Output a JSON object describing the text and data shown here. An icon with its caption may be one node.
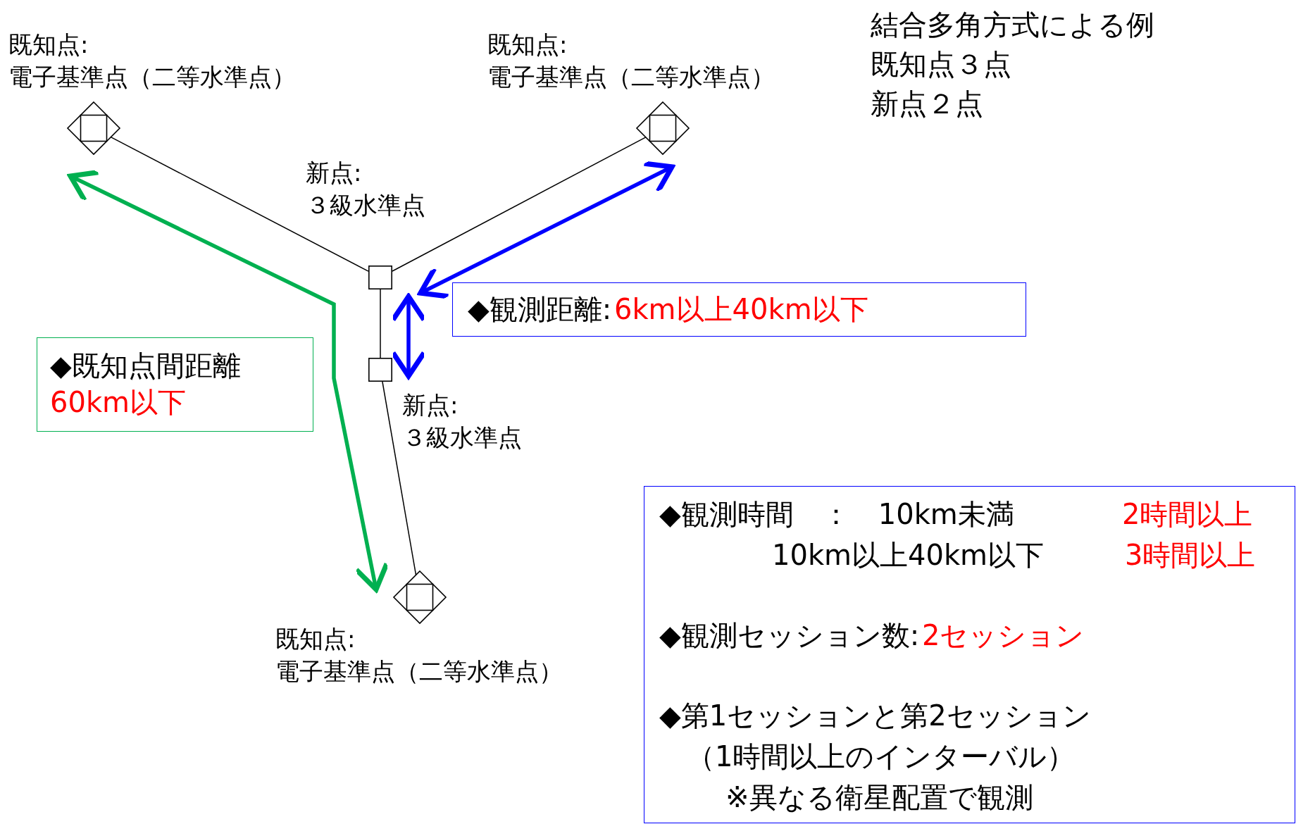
{
  "diagram": {
    "title": "結合多角方式による例",
    "nodes": [
      {
        "text": [],
        "shape": "diamond",
        "beside": [
          "既知点:",
          "電子基準点（二等水準点）"
        ]
      },
      {
        "text": [],
        "shape": "diamond",
        "beside": [
          "既知点:",
          "電子基準点（二等水準点）"
        ]
      },
      {
        "text": [],
        "shape": "box",
        "beside": [
          "新点:",
          "３級水準点"
        ]
      },
      {
        "text": [],
        "shape": "box",
        "beside": [
          "新点:",
          "３級水準点"
        ]
      },
      {
        "text": [],
        "shape": "diamond",
        "beside": [
          "既知点:",
          "電子基準点（二等水準点）"
        ]
      },
      {
        "text": [
          "◆観測距離:",
          "6km以上40km以下"
        ]
      },
      {
        "text": [
          "◆既知点間距離",
          "60km以下"
        ]
      },
      {
        "text": [
          "◆観測時間　：　10km未満",
          "2時間以上",
          "10km以上40km以下",
          "3時間以上",
          "◆観測セッション数:",
          "2セッション",
          "◆第1セッションと第2セッション",
          "（1時間以上のインターバル）",
          "※異なる衛星配置で観測"
        ]
      }
    ],
    "edges": [
      {
        "from": 0,
        "to": 2,
        "arrow": "none"
      },
      {
        "from": 1,
        "to": 2,
        "arrow": "none"
      },
      {
        "from": 2,
        "to": 3,
        "arrow": "none"
      },
      {
        "from": 3,
        "to": 4,
        "arrow": "none"
      },
      {
        "from": 1,
        "to": 2,
        "arrow": "both",
        "style": "thick",
        "color": "#0000ff"
      },
      {
        "from": 2,
        "to": 3,
        "arrow": "both",
        "style": "thick",
        "color": "#0000ff"
      },
      {
        "from": 0,
        "to": 4,
        "arrow": "both",
        "style": "thick",
        "color": "#00b050"
      }
    ],
    "labels": [
      "既知点３点",
      "新点２点"
    ]
  }
}
